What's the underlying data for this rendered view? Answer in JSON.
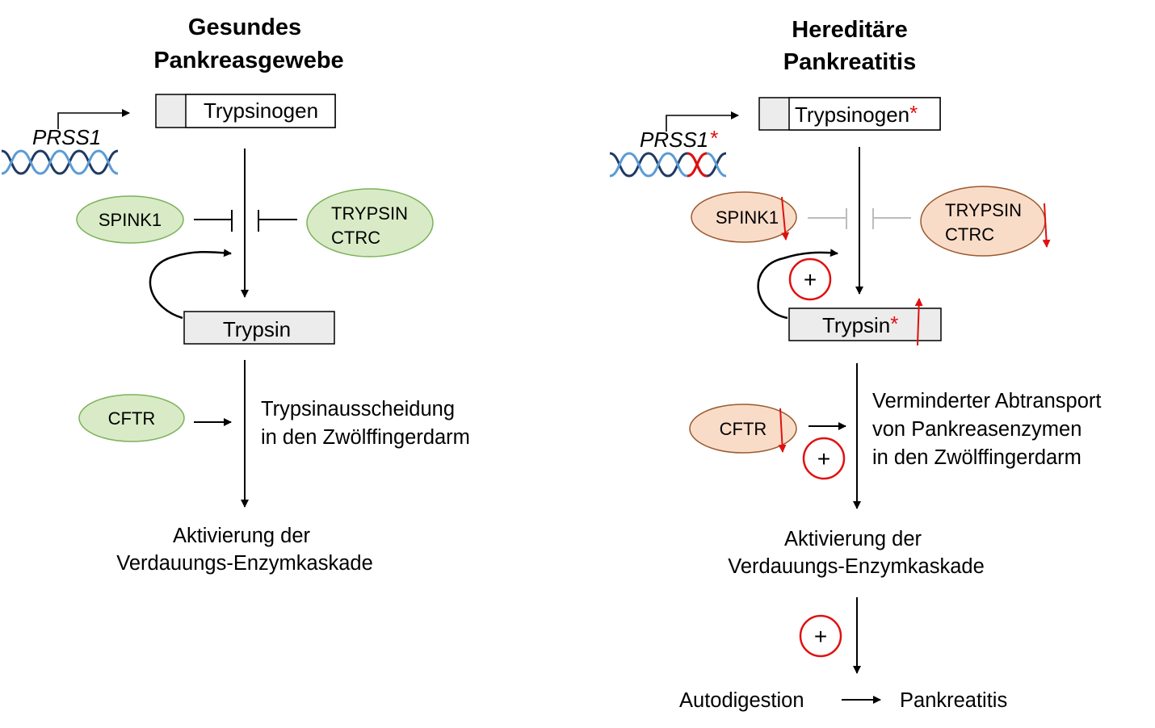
{
  "colors": {
    "healthy_fill": "#d8ebc6",
    "healthy_stroke": "#7cb15b",
    "disease_fill": "#f9dcc8",
    "disease_stroke": "#9a5a2e",
    "mutation": "#e01010",
    "inhibited_line": "#bcbcbc",
    "box_fill": "#ececec",
    "dna_dark": "#1f3a63",
    "dna_light": "#5b9bd5"
  },
  "left": {
    "title_line1": "Gesundes",
    "title_line2": "Pankreasgewebe",
    "gene": "PRSS1",
    "trypsinogen": "Trypsinogen",
    "spink1": "SPINK1",
    "trypsin_ctrc_line1": "TRYPSIN",
    "trypsin_ctrc_line2": "CTRC",
    "trypsin": "Trypsin",
    "cftr": "CFTR",
    "secretion_line1": "Trypsinausscheidung",
    "secretion_line2": "in den Zwölffingerdarm",
    "cascade_line1": "Aktivierung der",
    "cascade_line2": "Verdauungs-Enzymkaskade"
  },
  "right": {
    "title_line1": "Hereditäre",
    "title_line2": "Pankreatitis",
    "gene": "PRSS1",
    "mutation_mark": "*",
    "trypsinogen": "Trypsinogen",
    "spink1": "SPINK1",
    "trypsin_ctrc_line1": "TRYPSIN",
    "trypsin_ctrc_line2": "CTRC",
    "trypsin": "Trypsin",
    "cftr": "CFTR",
    "plus": "+",
    "secretion_line1": "Verminderter Abtransport",
    "secretion_line2": "von Pankreasenzymen",
    "secretion_line3": "in den Zwölffingerdarm",
    "cascade_line1": "Aktivierung der",
    "cascade_line2": "Verdauungs-Enzymkaskade",
    "autodigestion": "Autodigestion",
    "pancreatitis": "Pankreatitis"
  }
}
